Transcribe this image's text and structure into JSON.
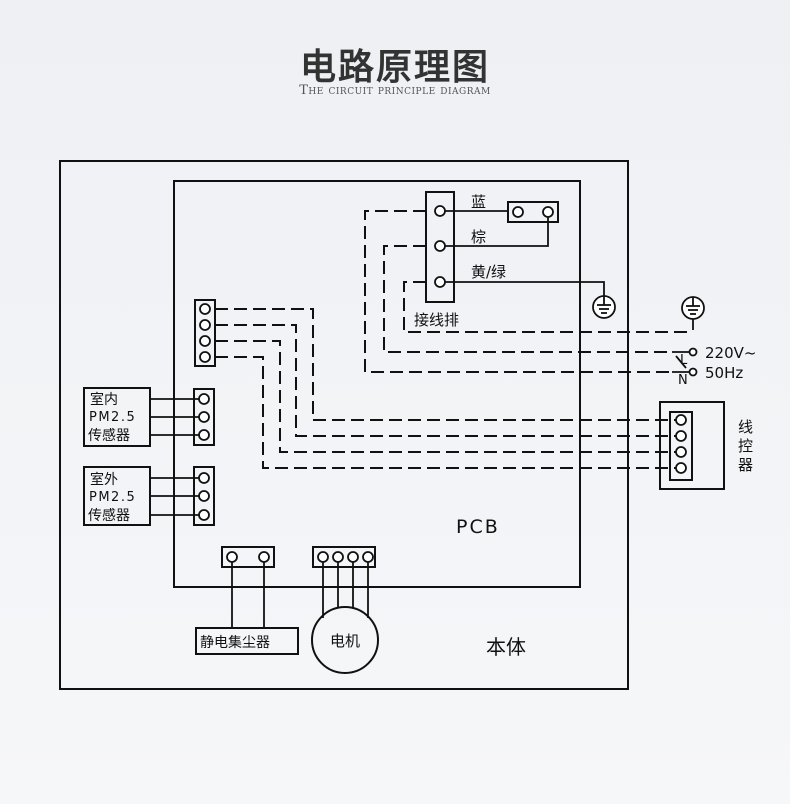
{
  "header": {
    "title": "电路原理图",
    "subtitle": "The circuit principle diagram"
  },
  "diagram": {
    "pcb_label": "PCB",
    "body_label": "本体",
    "terminal_block_label": "接线排",
    "wire_blue": "蓝",
    "wire_brown": "棕",
    "wire_yellow_green": "黄/绿",
    "power_voltage": "220V~",
    "power_freq": "50Hz",
    "live_letter": "L",
    "neutral_letter": "N",
    "indoor_sensor": [
      "室内",
      "PM2.5",
      "传感器"
    ],
    "outdoor_sensor": [
      "室外",
      "PM2.5",
      "传感器"
    ],
    "precipitator": "静电集尘器",
    "motor": "电机",
    "wire_controller": [
      "线",
      "控",
      "器"
    ]
  }
}
